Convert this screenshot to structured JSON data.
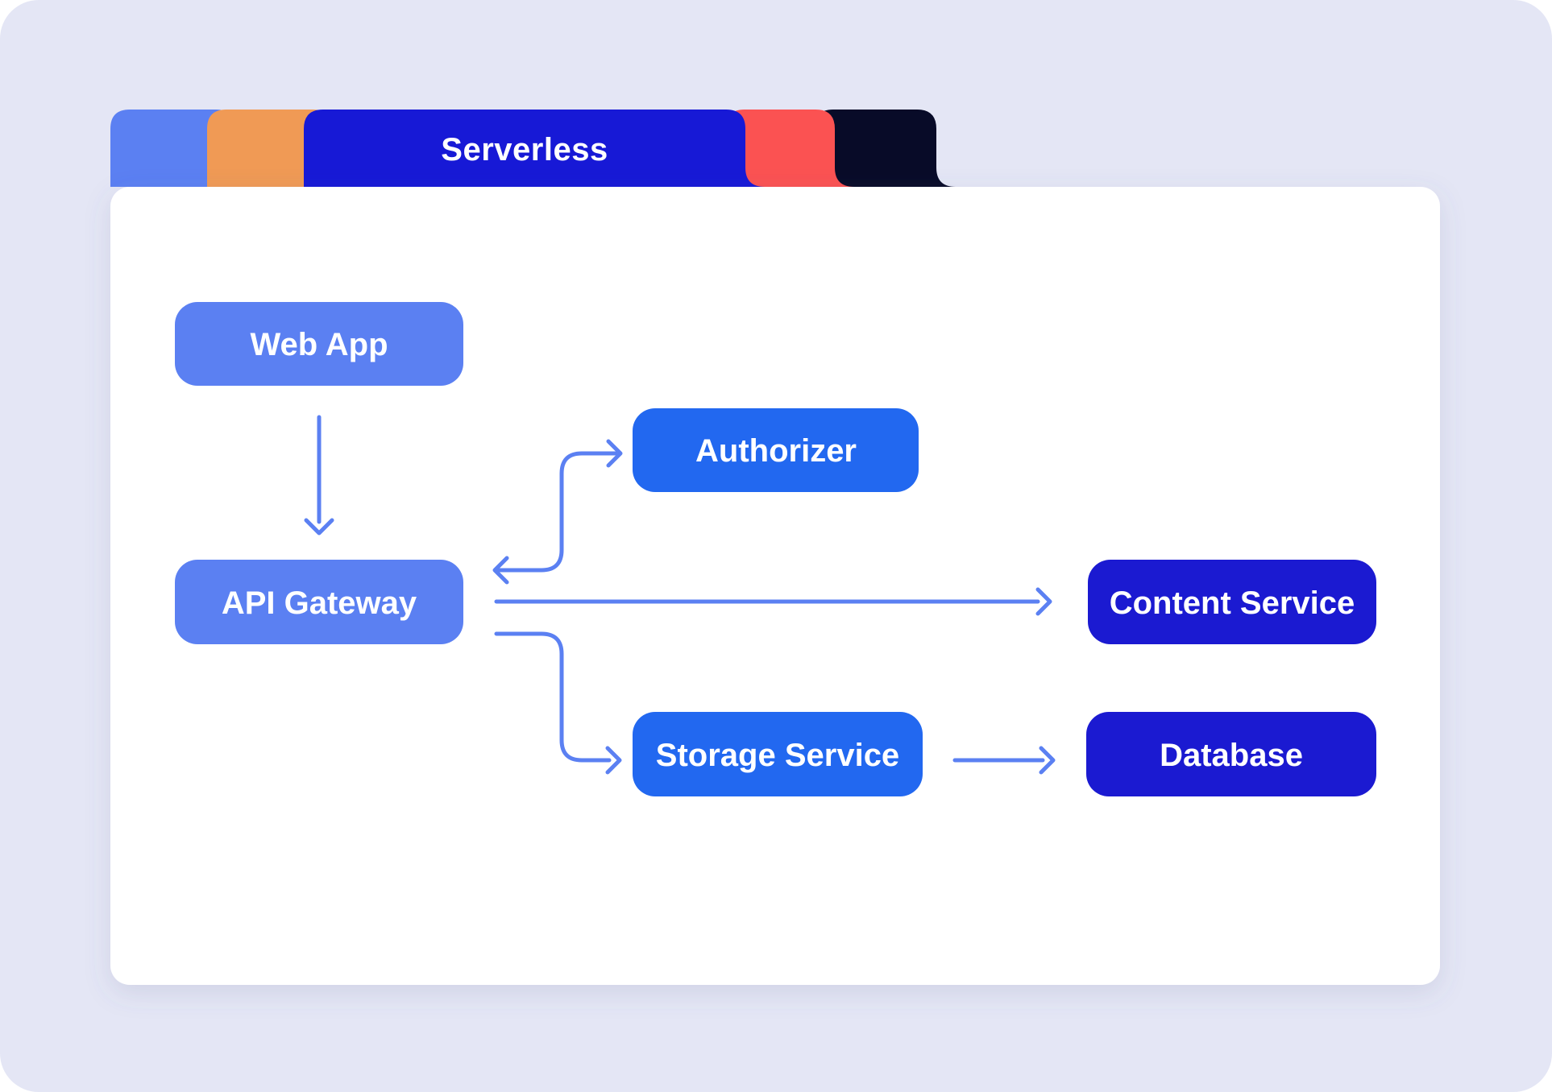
{
  "page": {
    "background": "#e4e6f5",
    "card_background": "#ffffff"
  },
  "tab_bar": {
    "tabs": [
      {
        "id": "blue",
        "label": "",
        "color": "#5b80f2",
        "active": false
      },
      {
        "id": "orange",
        "label": "",
        "color": "#f09a55",
        "active": false
      },
      {
        "id": "serverless",
        "label": "Serverless",
        "color": "#1719d6",
        "active": true
      },
      {
        "id": "red",
        "label": "",
        "color": "#fb5252",
        "active": false
      },
      {
        "id": "navy",
        "label": "",
        "color": "#080b28",
        "active": false
      }
    ]
  },
  "diagram": {
    "arrow_color": "#5b80f2",
    "nodes": [
      {
        "id": "web-app",
        "label": "Web App",
        "color": "#5b80f2"
      },
      {
        "id": "api-gateway",
        "label": "API Gateway",
        "color": "#5b80f2"
      },
      {
        "id": "authorizer",
        "label": "Authorizer",
        "color": "#2268f0"
      },
      {
        "id": "content-service",
        "label": "Content Service",
        "color": "#1b1ad1"
      },
      {
        "id": "storage-service",
        "label": "Storage Service",
        "color": "#2268f0"
      },
      {
        "id": "database",
        "label": "Database",
        "color": "#1b1ad1"
      }
    ],
    "connections": [
      {
        "from": "Web App",
        "to": "API Gateway",
        "style": "one-way"
      },
      {
        "from": "API Gateway",
        "to": "Authorizer",
        "style": "two-way"
      },
      {
        "from": "API Gateway",
        "to": "Content Service",
        "style": "one-way"
      },
      {
        "from": "API Gateway",
        "to": "Storage Service",
        "style": "one-way"
      },
      {
        "from": "Storage Service",
        "to": "Database",
        "style": "one-way"
      }
    ]
  }
}
